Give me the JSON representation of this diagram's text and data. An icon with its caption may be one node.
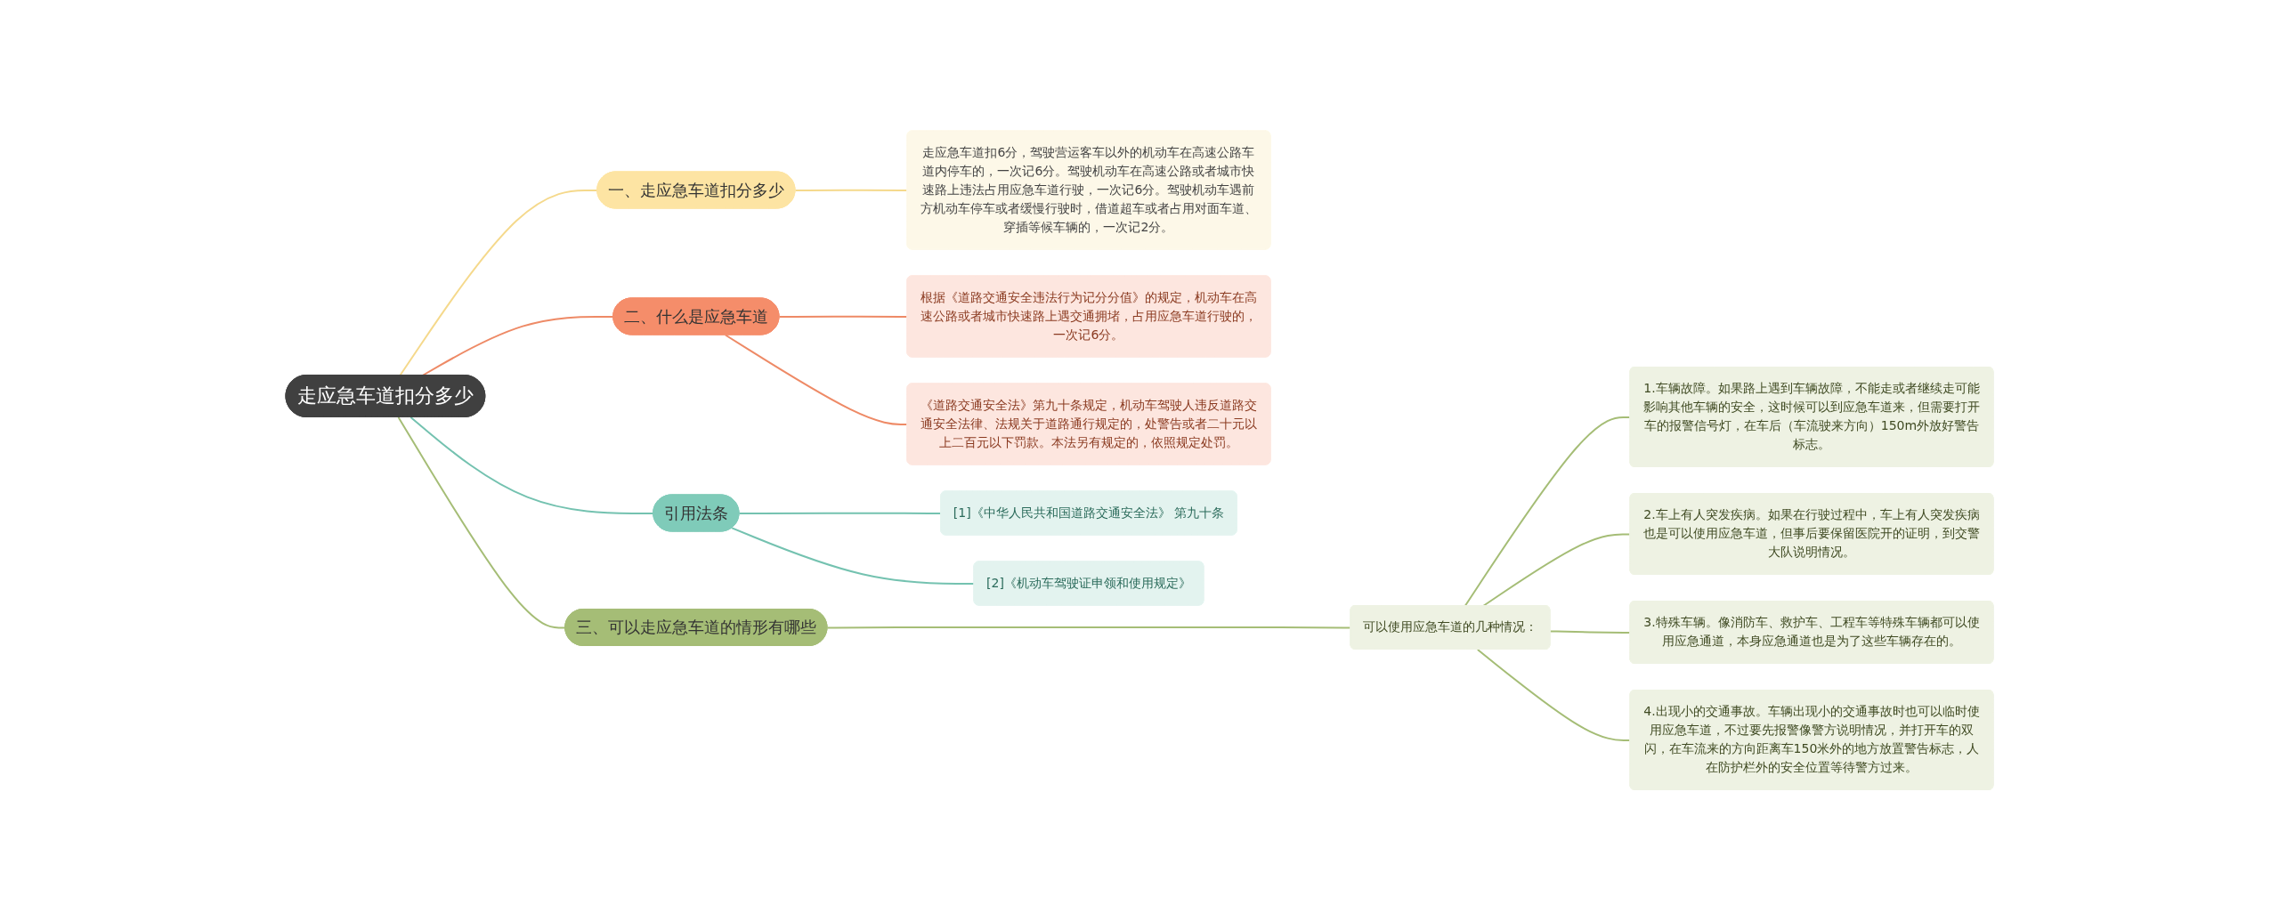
{
  "diagram": {
    "nodes": [
      {
        "text": [
          "走应急车道扣分多少"
        ]
      },
      {
        "text": [
          "一、走应急车道扣分多少"
        ]
      },
      {
        "text": [
          "走应急车道扣6分，驾驶营运客车以外的机动车在高速公路车道内停车的，一次记6分。驾驶机动车在高速公路或者城市快速路上违法占用应急车道行驶，一次记6分。驾驶机动车遇前方机动车停车或者缓慢行驶时，借道超车或者占用对面车道、穿插等候车辆的，一次记2分。"
        ]
      },
      {
        "text": [
          "二、什么是应急车道"
        ]
      },
      {
        "text": [
          "根据《道路交通安全违法行为记分分值》的规定，机动车在高速公路或者城市快速路上遇交通拥堵，占用应急车道行驶的，一次记6分。"
        ]
      },
      {
        "text": [
          "《道路交通安全法》第九十条规定，机动车驾驶人违反道路交通安全法律、法规关于道路通行规定的，处警告或者二十元以上二百元以下罚款。本法另有规定的，依照规定处罚。"
        ]
      },
      {
        "text": [
          "引用法条"
        ]
      },
      {
        "text": [
          "[1]《中华人民共和国道路交通安全法》 第九十条"
        ]
      },
      {
        "text": [
          "[2]《机动车驾驶证申领和使用规定》"
        ]
      },
      {
        "text": [
          "三、可以走应急车道的情形有哪些"
        ]
      },
      {
        "text": [
          "可以使用应急车道的几种情况："
        ]
      },
      {
        "text": [
          "1.车辆故障。如果路上遇到车辆故障，不能走或者继续走可能影响其他车辆的安全，这时候可以到应急车道来，但需要打开车的报警信号灯，在车后（车流驶来方向）150m外放好警告标志。"
        ]
      },
      {
        "text": [
          "2.车上有人突发疾病。如果在行驶过程中，车上有人突发疾病也是可以使用应急车道，但事后要保留医院开的证明，到交警大队说明情况。"
        ]
      },
      {
        "text": [
          "3.特殊车辆。像消防车、救护车、工程车等特殊车辆都可以使用应急通道，本身应急通道也是为了这些车辆存在的。"
        ]
      },
      {
        "text": [
          "4.出现小的交通事故。车辆出现小的交通事故时也可以临时使用应急车道，不过要先报警像警方说明情况，并打开车的双闪，在车流来的方向距离车150米外的地方放置警告标志，人在防护栏外的安全位置等待警方过来。"
        ]
      }
    ],
    "edges": [
      {
        "from": 0,
        "to": 1,
        "arrow": "none",
        "color": "#f5d98c"
      },
      {
        "from": 1,
        "to": 2,
        "arrow": "none",
        "color": "#f5d98c"
      },
      {
        "from": 0,
        "to": 3,
        "arrow": "none",
        "color": "#ee8a66"
      },
      {
        "from": 3,
        "to": 4,
        "arrow": "none",
        "color": "#ee8a66"
      },
      {
        "from": 3,
        "to": 5,
        "arrow": "none",
        "color": "#ee8a66"
      },
      {
        "from": 0,
        "to": 6,
        "arrow": "none",
        "color": "#74c2b0"
      },
      {
        "from": 6,
        "to": 7,
        "arrow": "none",
        "color": "#74c2b0"
      },
      {
        "from": 6,
        "to": 8,
        "arrow": "none",
        "color": "#74c2b0"
      },
      {
        "from": 0,
        "to": 9,
        "arrow": "none"
      },
      {
        "from": 9,
        "to": 10,
        "arrow": "none"
      },
      {
        "from": 10,
        "to": 11,
        "arrow": "none"
      },
      {
        "from": 10,
        "to": 12,
        "arrow": "none"
      },
      {
        "from": 10,
        "to": 13,
        "arrow": "none"
      },
      {
        "from": 10,
        "to": 14,
        "arrow": "none"
      }
    ]
  }
}
